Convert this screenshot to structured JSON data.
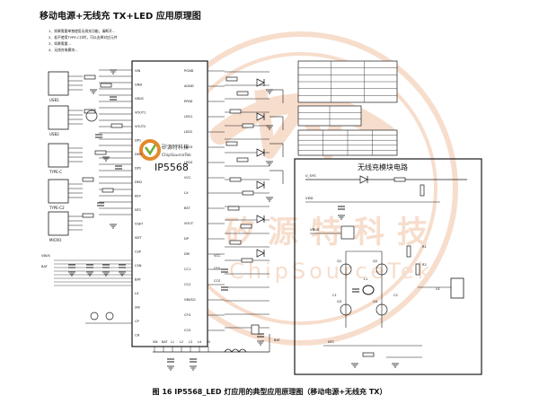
{
  "page": {
    "title": "移动电源+无线充 TX+LED 应用原理图",
    "caption": "图  16      IP5568_LED 灯应用的典型应用原理图（移动电源+无线充 TX）"
  },
  "chip": {
    "label": "IP5568",
    "logo_text": "矽源特科技",
    "logo_sub": "ChipSourceTek",
    "left_pins": [
      "VIN",
      "GND",
      "VBUS",
      "VOUT1",
      "VOUT2",
      "DP1",
      "DM1",
      "DP2",
      "DM2",
      "KEY",
      "NTC",
      "VSET",
      "ISET",
      "CSP",
      "CSN",
      "BAT",
      "LX",
      "SW",
      "CP",
      "CN"
    ],
    "right_pins": [
      "PGND",
      "AGND",
      "EPAD",
      "LED1",
      "LED2",
      "LED3",
      "LED4",
      "VCC",
      "LX",
      "BST",
      "VOUT",
      "DP",
      "DM",
      "CC1",
      "CC2",
      "VBUSG",
      "CFG",
      "CCS"
    ],
    "bottom_pins": [
      "SW",
      "BAT",
      "L1",
      "L2",
      "L3",
      "L4",
      "L5"
    ]
  },
  "wireless_block": {
    "title": "无线充模块电路",
    "labels": [
      "V_SYS",
      "VBUS",
      "VDD",
      "NTC",
      "Q1",
      "Q2",
      "Q3",
      "Q4",
      "C1",
      "C2",
      "L1",
      "R1",
      "R2",
      "U1"
    ]
  },
  "notes": [
    "1、如果需要单独使用无线充功能，请断开...",
    "2、若不使用TYPE-C口时，可以去掉对应元件",
    "3、如果需要...",
    "4、无线充电模块..."
  ],
  "tables": [
    {
      "rows": 6,
      "cols": 3
    },
    {
      "rows": 3,
      "cols": 2
    },
    {
      "rows": 5,
      "cols": 4
    }
  ],
  "connectors": [
    "USB1",
    "USB2",
    "TYPE-C",
    "TYPE-C2",
    "MICRO"
  ],
  "watermark": {
    "brand": "矽源特科技",
    "sub": "ChipSourceTek"
  },
  "colors": {
    "line": "#1a1a1a",
    "watermark": "#e9a070",
    "logo_orange": "#e38a2c",
    "logo_green": "#6fae3a",
    "paper": "#ffffff"
  }
}
